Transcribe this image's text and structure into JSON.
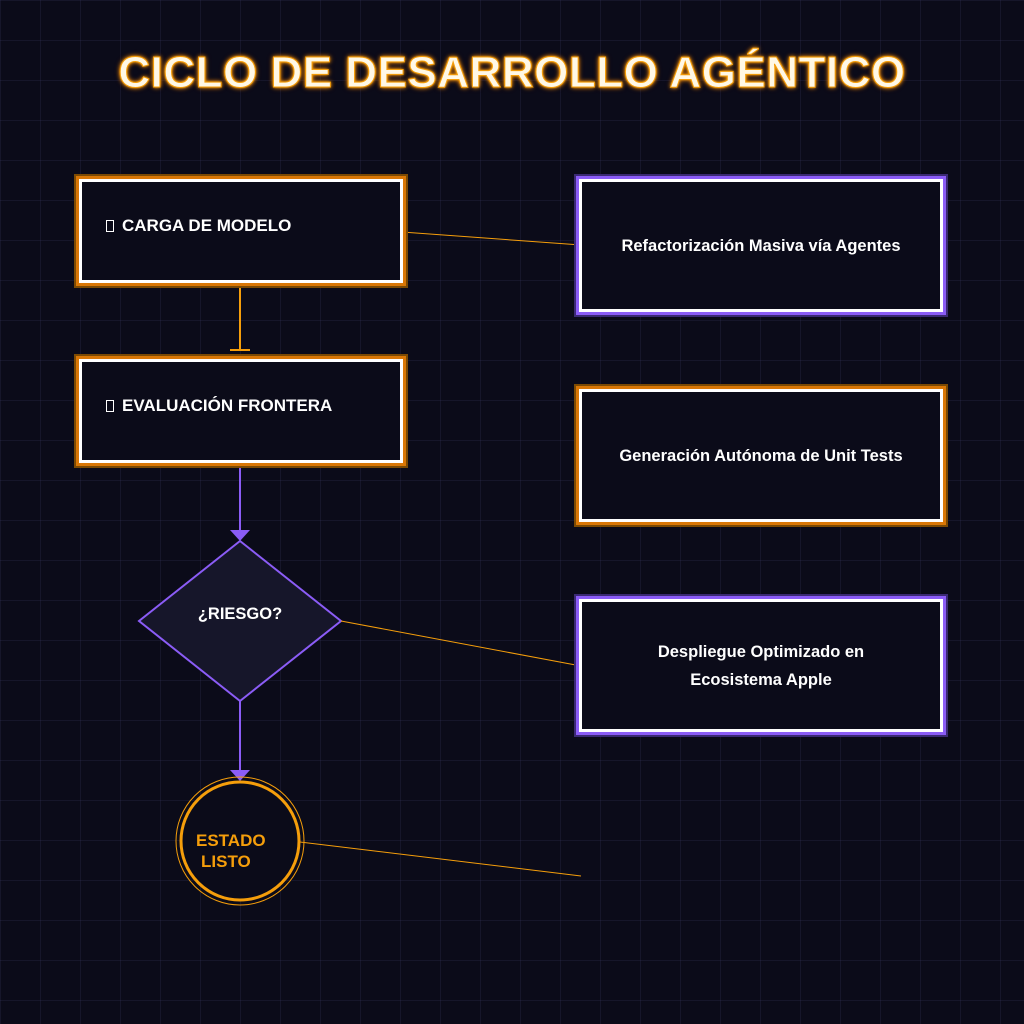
{
  "title": "CICLO DE DESARROLLO AGÉNTICO",
  "nodes": {
    "carga": {
      "label": "CARGA DE MODELO",
      "icon": "box-glyph-icon"
    },
    "evaluacion": {
      "label": "EVALUACIÓN FRONTERA",
      "icon": "box-glyph-icon"
    },
    "riesgo": {
      "label": "¿RIESGO?"
    },
    "estado": {
      "line1": "ESTADO",
      "line2": "LISTO"
    }
  },
  "outcomes": [
    {
      "label": "Refactorización Masiva vía Agentes"
    },
    {
      "label": "Generación Autónoma de Unit Tests"
    },
    {
      "line1": "Despliegue Optimizado en",
      "line2": "Ecosistema Apple"
    }
  ],
  "colors": {
    "background": "#0b0b19",
    "accent_orange": "#f59e0b",
    "accent_purple": "#8b5cf6",
    "text": "#ffffff"
  }
}
